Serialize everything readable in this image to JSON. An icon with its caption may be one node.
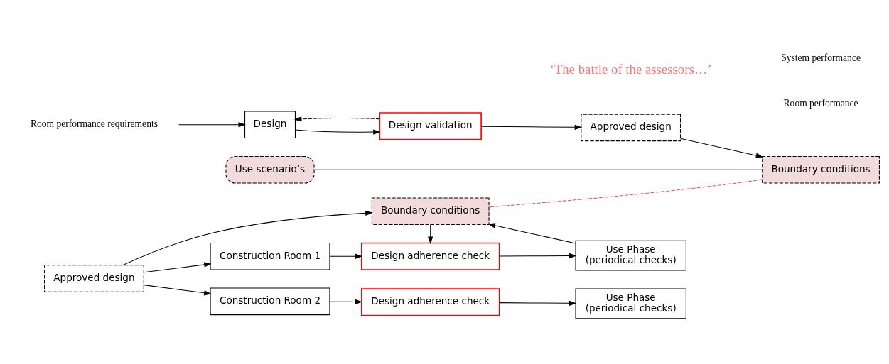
{
  "diagram": {
    "nodes": [
      {
        "text": [
          "Room performance requirements"
        ]
      },
      {
        "text": [
          "Use scenario’s"
        ]
      },
      {
        "text": [
          "Design"
        ]
      },
      {
        "text": [
          "Design validation"
        ]
      },
      {
        "text": [
          "Approved design"
        ]
      },
      {
        "text": [
          "Boundary conditions"
        ]
      },
      {
        "text": [
          "Boundary conditions"
        ]
      },
      {
        "text": [
          "Approved design"
        ]
      },
      {
        "text": [
          "Construction Room 1"
        ]
      },
      {
        "text": [
          "Design adherence check"
        ]
      },
      {
        "text": [
          "Use Phase",
          "(periodical checks)"
        ]
      },
      {
        "text": [
          "Construction Room 2"
        ]
      },
      {
        "text": [
          "Design adherence check"
        ]
      },
      {
        "text": [
          "Use Phase",
          "(periodical checks)"
        ]
      }
    ],
    "edges": [
      {
        "from": 0,
        "to": 2,
        "arrow": "to"
      },
      {
        "from": 1,
        "to": 5,
        "arrow": "none"
      },
      {
        "from": 2,
        "to": 3,
        "arrow": "to"
      },
      {
        "from": 3,
        "to": 2,
        "arrow": "to",
        "style": "dashed"
      },
      {
        "from": 3,
        "to": 4,
        "arrow": "to"
      },
      {
        "from": 4,
        "to": 5,
        "arrow": "to"
      },
      {
        "from": 5,
        "to": 6,
        "arrow": "none",
        "style": "dashed",
        "color": "#e05555"
      },
      {
        "from": 7,
        "to": 6,
        "arrow": "to"
      },
      {
        "from": 10,
        "to": 6,
        "arrow": "to"
      },
      {
        "from": 6,
        "to": 9,
        "arrow": "to"
      },
      {
        "from": 7,
        "to": 8,
        "arrow": "to"
      },
      {
        "from": 7,
        "to": 11,
        "arrow": "to"
      },
      {
        "from": 8,
        "to": 9,
        "arrow": "to"
      },
      {
        "from": 9,
        "to": 10,
        "arrow": "to"
      },
      {
        "from": 11,
        "to": 12,
        "arrow": "to"
      },
      {
        "from": 12,
        "to": 13,
        "arrow": "to"
      }
    ],
    "labels": [
      "System performance",
      "‘The battle of the assessors…’",
      "Room performance"
    ]
  }
}
